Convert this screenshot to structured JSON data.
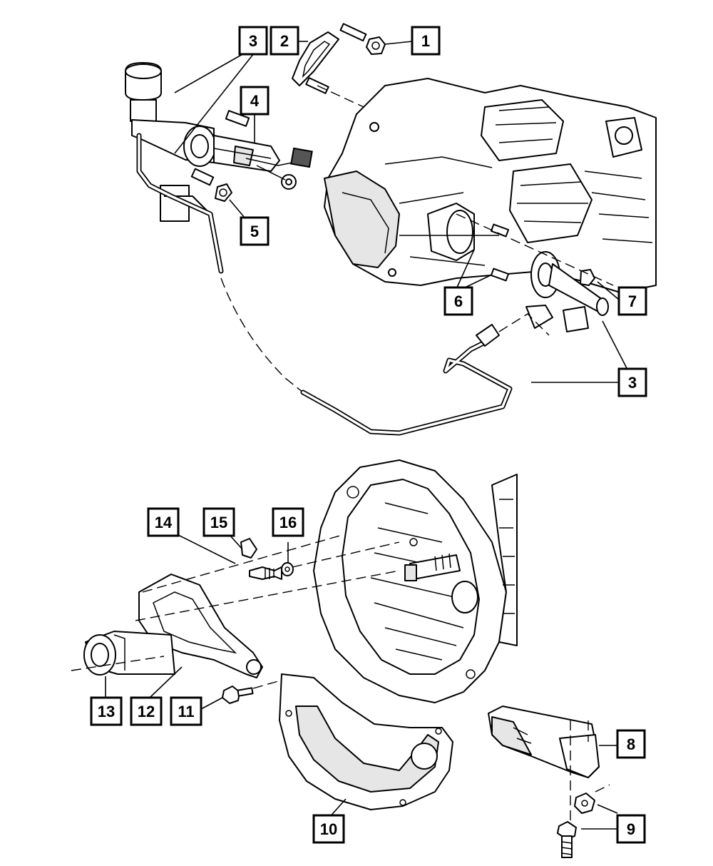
{
  "diagram": {
    "callouts": [
      {
        "id": "c1",
        "label": "1"
      },
      {
        "id": "c2",
        "label": "2"
      },
      {
        "id": "c3a",
        "label": "3"
      },
      {
        "id": "c4",
        "label": "4"
      },
      {
        "id": "c5",
        "label": "5"
      },
      {
        "id": "c6",
        "label": "6"
      },
      {
        "id": "c7",
        "label": "7"
      },
      {
        "id": "c3b",
        "label": "3"
      },
      {
        "id": "c14",
        "label": "14"
      },
      {
        "id": "c15",
        "label": "15"
      },
      {
        "id": "c16",
        "label": "16"
      },
      {
        "id": "c13",
        "label": "13"
      },
      {
        "id": "c12",
        "label": "12"
      },
      {
        "id": "c11",
        "label": "11"
      },
      {
        "id": "c8",
        "label": "8"
      },
      {
        "id": "c10",
        "label": "10"
      },
      {
        "id": "c9",
        "label": "9"
      }
    ]
  }
}
